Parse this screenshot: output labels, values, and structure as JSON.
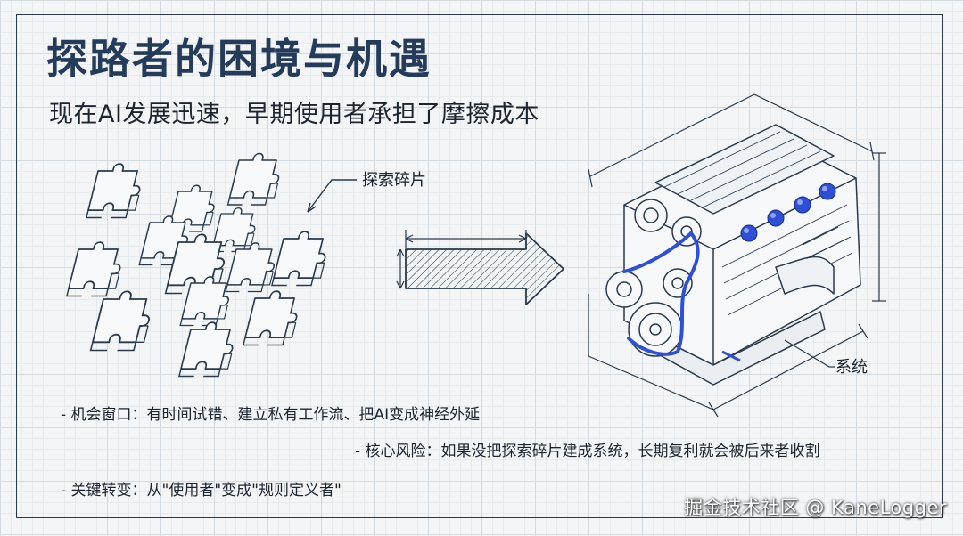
{
  "title": "探路者的困境与机遇",
  "subtitle": "现在AI发展迅速，早期使用者承担了摩擦成本",
  "labels": {
    "fragments": "探索碎片",
    "system": "系统"
  },
  "bullets": [
    "- 机会窗口：有时间试错、建立私有工作流、把AI变成神经外延",
    "- 核心风险：如果没把探索碎片建成系统，长期复利就会被后来者收割",
    "- 关键转变：从\"使用者\"变成\"规则定义者\""
  ],
  "watermark": "掘金技术社区 @ KaneLogger",
  "colors": {
    "title": "#243b5a",
    "ink": "#2a3a4a",
    "accent_blue": "#2f4fd6",
    "grid": "#d3dbe1"
  },
  "icons": [
    "puzzle-piece-icon",
    "arrow-right-icon",
    "engine-icon"
  ]
}
